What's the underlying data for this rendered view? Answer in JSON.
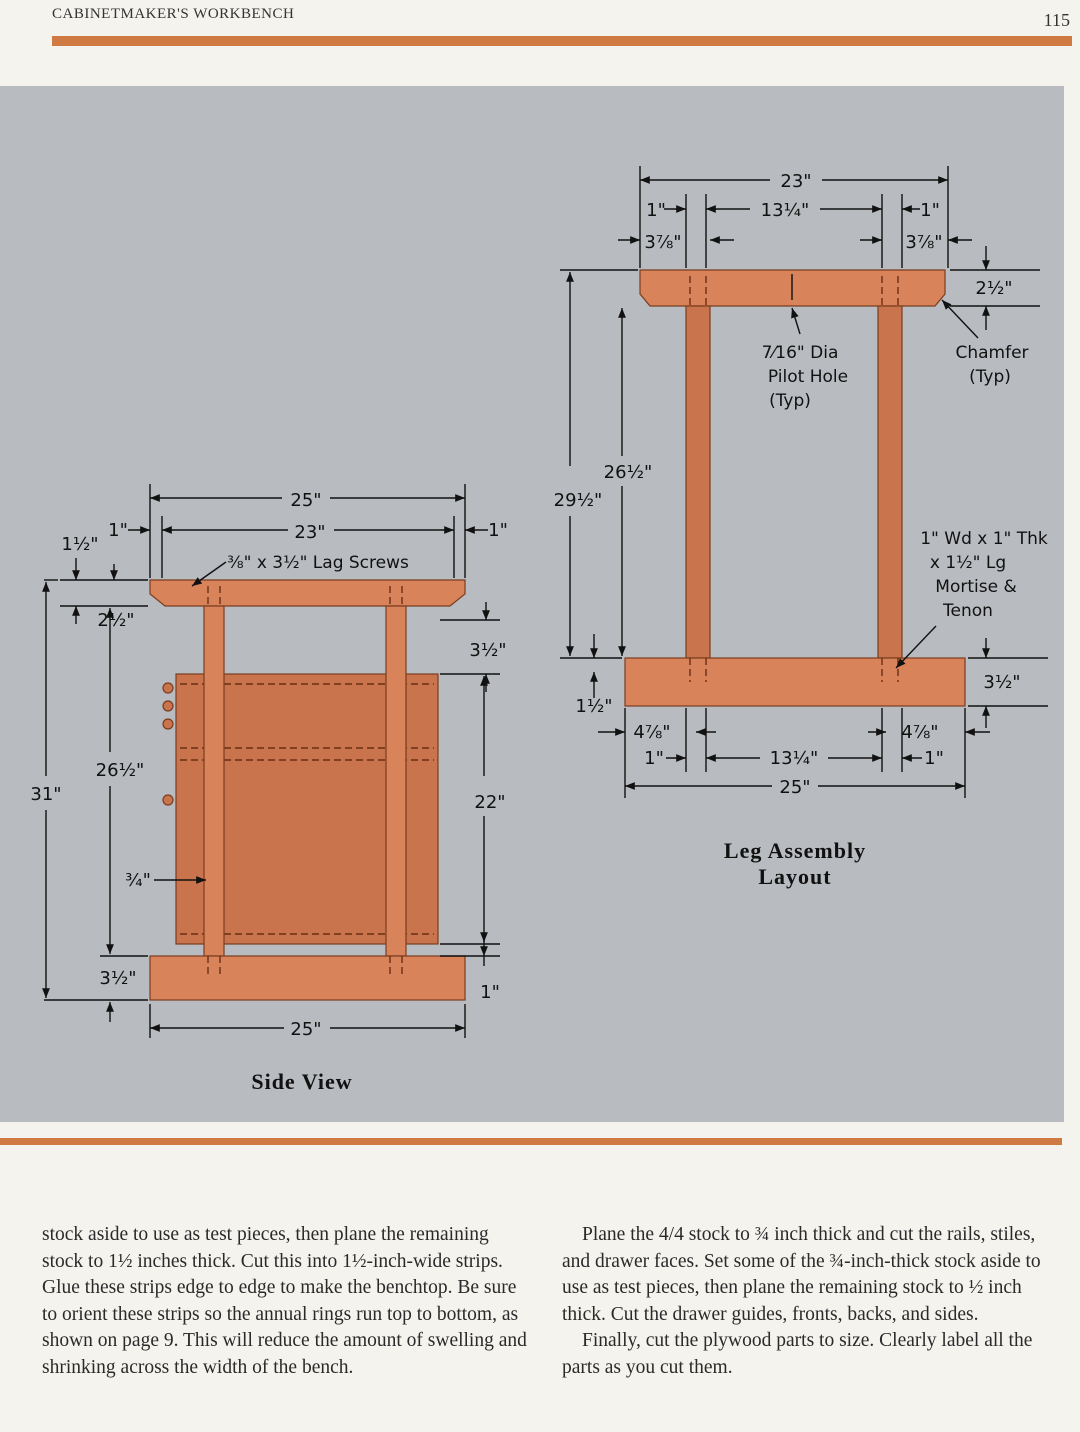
{
  "header": {
    "running_head": "CABINETMAKER'S WORKBENCH",
    "page_number": "115"
  },
  "figure": {
    "leg_assembly": {
      "caption_line1": "Leg Assembly",
      "caption_line2": "Layout",
      "dims": {
        "top_overall": "23\"",
        "top_left_inset": "1\"",
        "top_center": "13¼\"",
        "top_right_inset": "1\"",
        "top_left_tenon": "3⅞\"",
        "top_right_tenon": "3⅞\"",
        "top_thickness": "2½\"",
        "between": "26½\"",
        "overall_height": "29½\"",
        "bottom_lip": "1½\"",
        "bottom_thickness": "3½\"",
        "bot_left_tenon": "4⅞\"",
        "bot_right_tenon": "4⅞\"",
        "bot_left_inset": "1\"",
        "bot_center": "13¼\"",
        "bot_right_inset": "1\"",
        "bottom_overall": "25\""
      },
      "labels": {
        "pilot_1": "7⁄16\" Dia",
        "pilot_2": "Pilot Hole",
        "pilot_3": "(Typ)",
        "chamfer_1": "Chamfer",
        "chamfer_2": "(Typ)",
        "mortise_1": "1\" Wd x 1\" Thk",
        "mortise_2": "x 1½\" Lg",
        "mortise_3": "Mortise &",
        "mortise_4": "Tenon"
      }
    },
    "side_view": {
      "caption": "Side View",
      "dims": {
        "top_overall": "25\"",
        "top_inner": "23\"",
        "left_inset": "1\"",
        "right_inset": "1\"",
        "top_lip": "1½\"",
        "top_thickness": "2½\"",
        "lag_screws": "⅜\" x 3½\" Lag Screws",
        "cabinet_gap": "3½\"",
        "overall_height": "31\"",
        "leg_height": "26½\"",
        "cabinet_height": "22\"",
        "offset": "¾\"",
        "bottom_thickness": "3½\"",
        "bottom_gap": "1\"",
        "bottom_overall": "25\""
      }
    }
  },
  "body_text": {
    "left": "stock aside to use as test pieces, then plane the remaining stock to 1½ inches thick. Cut this into 1½-inch-wide strips. Glue these strips edge to edge to make the benchtop. Be sure to orient these strips so the annual rings run top to bottom, as shown on page 9. This will reduce the amount of swelling and shrinking across the width of the bench.",
    "right_p1": "Plane the 4/4 stock to ¾ inch thick and cut the rails, stiles, and drawer faces. Set some of the ¾-inch-thick stock aside to use as test pieces, then plane the remaining stock to ½ inch thick. Cut the drawer guides, fronts, backs, and sides.",
    "right_p2": "Finally, cut the plywood parts to size. Clearly label all the parts as you cut them."
  },
  "colors": {
    "accent_rule": "#cf7a43",
    "figure_bg": "#b8bbbf",
    "wood": "#d9835a"
  }
}
